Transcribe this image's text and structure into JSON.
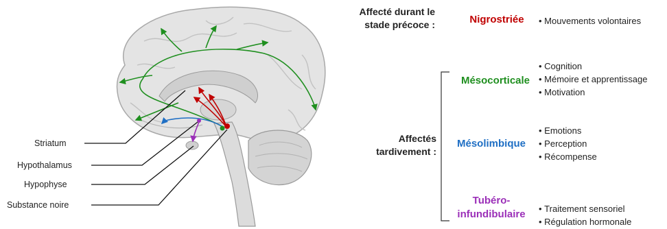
{
  "labels": {
    "striatum": "Striatum",
    "hypothalamus": "Hypothalamus",
    "hypophyse": "Hypophyse",
    "substance_noire": "Substance noire"
  },
  "groups": {
    "early": [
      "Affecté durant le",
      "stade précoce :"
    ],
    "late": [
      "Affectés",
      "tardivement :"
    ]
  },
  "pathways": [
    {
      "id": "nigrostriee",
      "name": [
        "Nigrostriée"
      ],
      "color": "#c00000",
      "functions": [
        "Mouvements volontaires"
      ]
    },
    {
      "id": "mesocorticale",
      "name": [
        "Mésocorticale"
      ],
      "color": "#1f8f1f",
      "functions": [
        "Cognition",
        "Mémoire et apprentissage",
        "Motivation"
      ]
    },
    {
      "id": "mesolimbique",
      "name": [
        "Mésolimbique"
      ],
      "color": "#1f6fc4",
      "functions": [
        "Emotions",
        "Perception",
        "Récompense"
      ]
    },
    {
      "id": "tubero",
      "name": [
        "Tubéro-",
        "infundibulaire"
      ],
      "color": "#9b2fb8",
      "functions": [
        "Traitement sensoriel",
        "Régulation hormonale"
      ]
    }
  ],
  "colors": {
    "brain": "#e4e4e4",
    "brain_shade": "#cfcfcf",
    "brain_line": "#9a9a9a"
  }
}
